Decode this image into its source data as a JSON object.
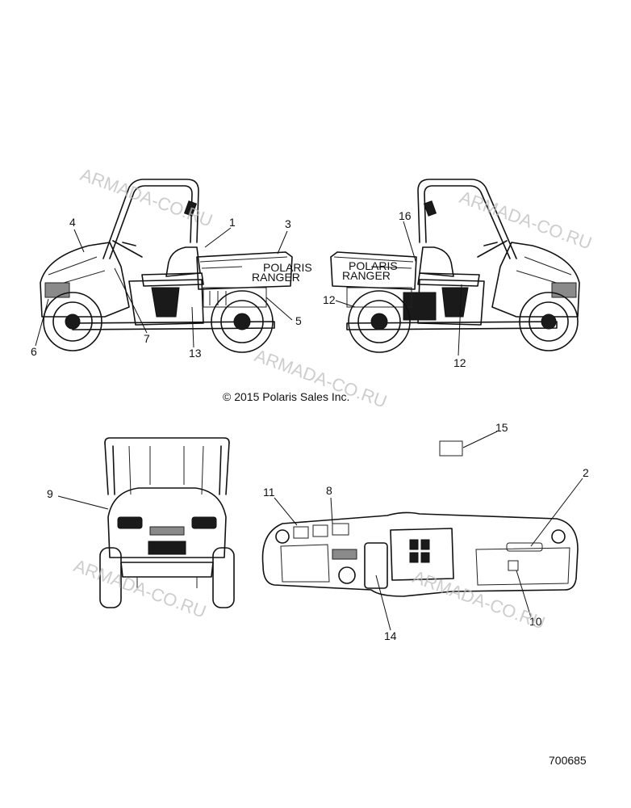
{
  "copyright": "© 2015 Polaris Sales Inc.",
  "drawing_number": "700685",
  "watermark": "ARMADA-CO.RU",
  "decal_texts": {
    "brand_small": "POLARIS",
    "model": "RANGER"
  },
  "callouts": [
    "1",
    "2",
    "3",
    "4",
    "5",
    "6",
    "7",
    "8",
    "9",
    "10",
    "11",
    "12",
    "12",
    "13",
    "14",
    "15",
    "16"
  ]
}
